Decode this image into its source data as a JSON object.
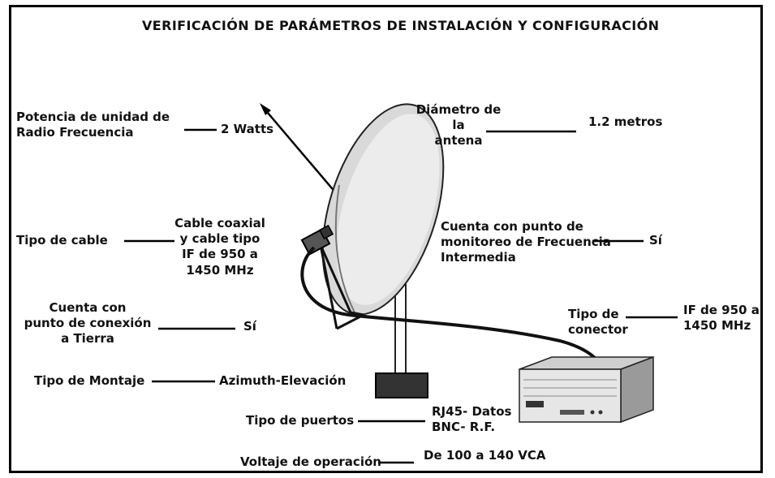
{
  "title": "VERIFICACIÓN DE PARÁMETROS DE INSTALACIÓN Y CONFIGURACIÓN",
  "params": {
    "rf_power_label": "Potencia de unidad de\nRadio Frecuencia",
    "rf_power_value": "2 Watts",
    "diameter_label": "Diámetro de la\nantena",
    "diameter_value": "1.2 metros",
    "cable_label": "Tipo de cable",
    "cable_value": "Cable coaxial\ny cable tipo\nIF de 950 a\n1450 MHz",
    "monitor_label": "Cuenta con punto de\nmonitoreo de Frecuencia\nIntermedia",
    "monitor_value": "Sí",
    "ground_label": "Cuenta con\npunto de conexión\na Tierra",
    "ground_value": "Sí",
    "connector_label": "Tipo de\nconector",
    "connector_value": "IF de 950 a\n1450 MHz",
    "mount_label": "Tipo de Montaje",
    "mount_value": "Azimuth-Elevación",
    "ports_label": "Tipo de puertos",
    "ports_value": "RJ45- Datos\nBNC- R.F.",
    "voltage_label": "Voltaje de operación",
    "voltage_value": "De 100 a 140 VCA"
  }
}
